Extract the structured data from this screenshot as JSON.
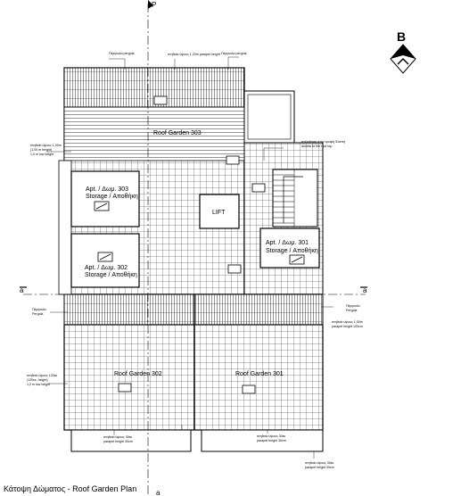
{
  "north": {
    "letter": "B"
  },
  "section_markers": {
    "top": "P",
    "left": "a",
    "right": "a",
    "bottom": "a"
  },
  "rooms": {
    "apt303": {
      "line1": "Apt. / Δωμ. 303",
      "line2": "Storage / Αποθήκη"
    },
    "apt302": {
      "line1": "Apt. / Δωμ. 302",
      "line2": "Storage / Αποθήκη"
    },
    "apt301": {
      "line1": "Apt. / Δωμ. 301",
      "line2": "Storage / Αποθήκη"
    },
    "lift": "LIFT",
    "garden_top": "Roof Garden 303",
    "garden_left": "Roof Garden 302",
    "garden_right": "Roof Garden 301"
  },
  "annotations": {
    "pergola_top_a": "Πέργκολα pergola",
    "pergola_top_b": "στηθαίο ύψους 1,20m parapet height",
    "pergola_top_c": "Πέργκολα pergola",
    "left_upper_a": "στηθαίο ύψους 1,00m",
    "left_upper_b": "(1,00 m  height)",
    "left_upper_c": "1,0 m low height",
    "right_upper_a": "πρόσβαση στην οροφή /Σκεπή",
    "right_upper_b": "access to the roof top",
    "left_pergola_a": "Πέργκολα",
    "left_pergola_b": "Pergola",
    "right_pergola_a": "Πέργκολα",
    "right_pergola_b": "Pergola",
    "right_pergola_c": "στηθαίο ύψους 1,00m",
    "right_pergola_d": "parapet height 100cm",
    "left_lower_a": "στηθαίο ύψους 120εκ",
    "left_lower_b": "(120εκ. height)",
    "left_lower_c": "1,2 m low height",
    "bottom_a_1": "στηθαίο ύψους 30εκ",
    "bottom_a_2": "parapet height 30cm",
    "bottom_b_1": "στηθαίο ύψους 30εκ",
    "bottom_b_2": "parapet height 30cm",
    "bottom_c_1": "στηθαίο ύψους 30εκ.",
    "bottom_c_2": "parapet height 30cm"
  },
  "caption": "Κάτοψη Δώματος - Roof Garden Plan"
}
